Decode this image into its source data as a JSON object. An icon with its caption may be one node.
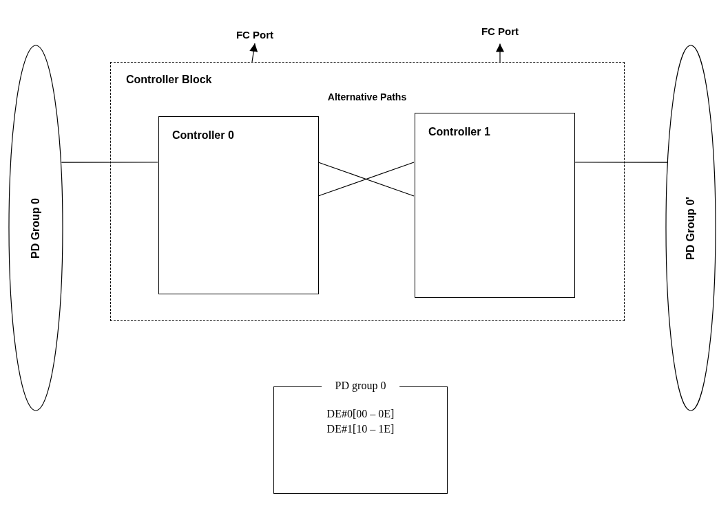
{
  "diagram": {
    "nodes": [
      {
        "text": [
          "PD Group 0"
        ]
      },
      {
        "text": [
          "Controller Block"
        ]
      },
      {
        "text": [
          "Controller 0"
        ],
        "in": 1
      },
      {
        "text": [
          "Controller 1"
        ],
        "in": 1
      },
      {
        "text": [
          "PD Group 0'"
        ]
      },
      {
        "text": [
          "FC Port"
        ]
      },
      {
        "text": [
          "FC Port"
        ]
      },
      {
        "text": [
          "PD group 0",
          "DE#0[00 – 0E]",
          "DE#1[10 – 1E]"
        ]
      }
    ],
    "edges": [
      {
        "from": 0,
        "to": 2,
        "arrow": "none"
      },
      {
        "from": 2,
        "to": 3,
        "arrow": "none"
      },
      {
        "from": 2,
        "to": 3,
        "arrow": "none"
      },
      {
        "from": 3,
        "to": 4,
        "arrow": "none"
      },
      {
        "from": 1,
        "to": 5,
        "arrow": "to"
      },
      {
        "from": 1,
        "to": 6,
        "arrow": "to"
      }
    ],
    "labels": [
      "Alternative Paths"
    ]
  }
}
